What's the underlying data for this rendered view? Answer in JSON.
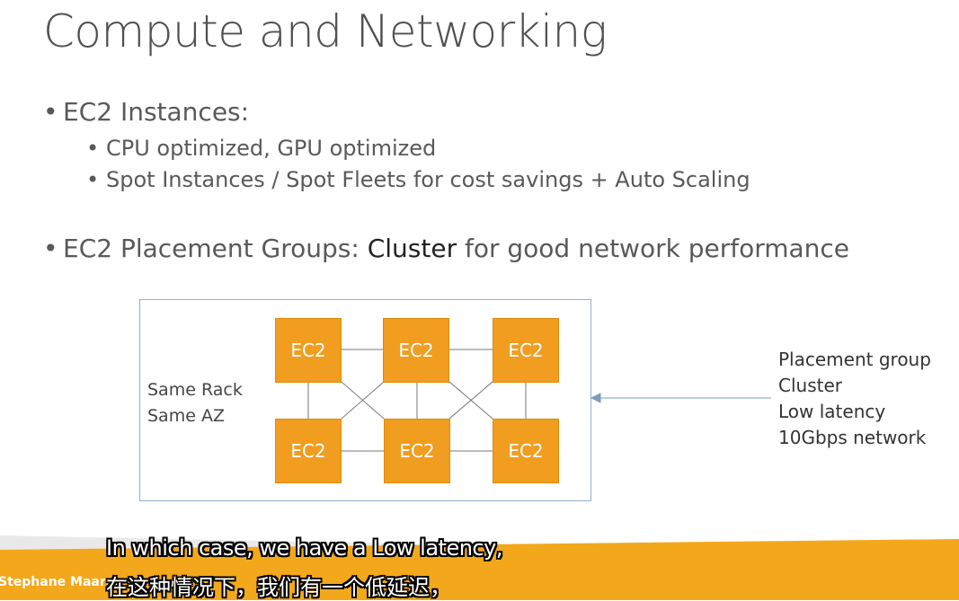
{
  "slide": {
    "title": "Compute and Networking",
    "bullets": {
      "ec2_instances": "EC2 Instances:",
      "sub1": "CPU optimized, GPU optimized",
      "sub2": "Spot Instances / Spot Fleets for cost savings + Auto Scaling",
      "placement_prefix": "EC2 Placement Groups: ",
      "placement_strong": "Cluster",
      "placement_suffix": " for good network performance"
    },
    "diagram": {
      "rack_line1": "Same Rack",
      "rack_line2": "Same AZ",
      "nodes": [
        "EC2",
        "EC2",
        "EC2",
        "EC2",
        "EC2",
        "EC2"
      ],
      "side_lines": [
        "Placement group",
        "Cluster",
        "Low latency",
        "10Gbps network"
      ]
    },
    "author": "Stephane Maarek",
    "colors": {
      "accent": "#f19d1f",
      "footer": "#f3a81c",
      "border": "#8fb0c8"
    }
  },
  "subtitles": {
    "line_en": "In which case, we have a Low latency,",
    "line_zh": "在这种情况下，我们有一个低延迟，"
  }
}
